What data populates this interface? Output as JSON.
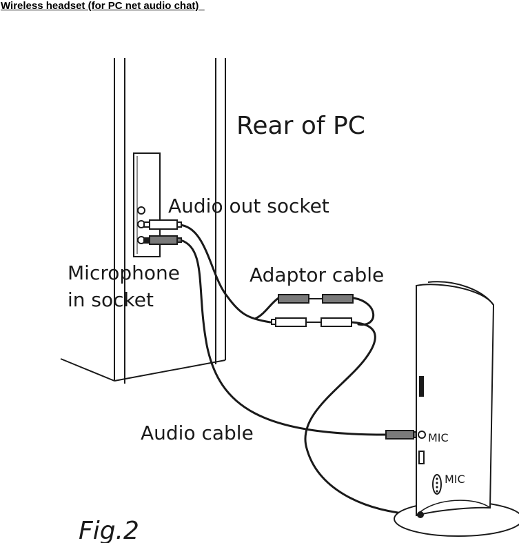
{
  "heading": "Wireless headset (for PC net audio chat)  ",
  "labels": {
    "rear_of_pc": "Rear of PC",
    "audio_out_socket": "Audio out socket",
    "microphone_line1": "Microphone",
    "microphone_line2": "in socket",
    "adaptor_cable": "Adaptor cable",
    "audio_cable": "Audio cable",
    "mic_port": "MIC",
    "mic_button": "MIC",
    "figure_caption": "Fig.2"
  },
  "colors": {
    "line": "#1a1a1a",
    "plug_grey": "#7a7a7a",
    "plug_white": "#ffffff"
  }
}
